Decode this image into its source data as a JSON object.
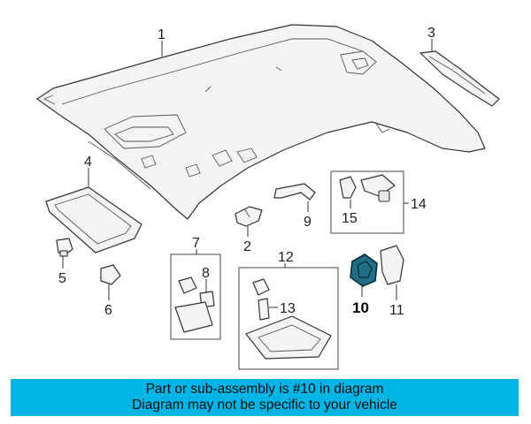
{
  "callouts": {
    "c1": "1",
    "c2": "2",
    "c3": "3",
    "c4": "4",
    "c5": "5",
    "c6": "6",
    "c7": "7",
    "c8": "8",
    "c9": "9",
    "c10": "10",
    "c11": "11",
    "c12": "12",
    "c13": "13",
    "c14": "14",
    "c15": "15"
  },
  "highlight_color": "#1e6f86",
  "banner": {
    "color": "#00b4e6",
    "line1": "Part or sub-assembly is #10 in diagram",
    "line2": "Diagram may not be specific to your vehicle"
  }
}
